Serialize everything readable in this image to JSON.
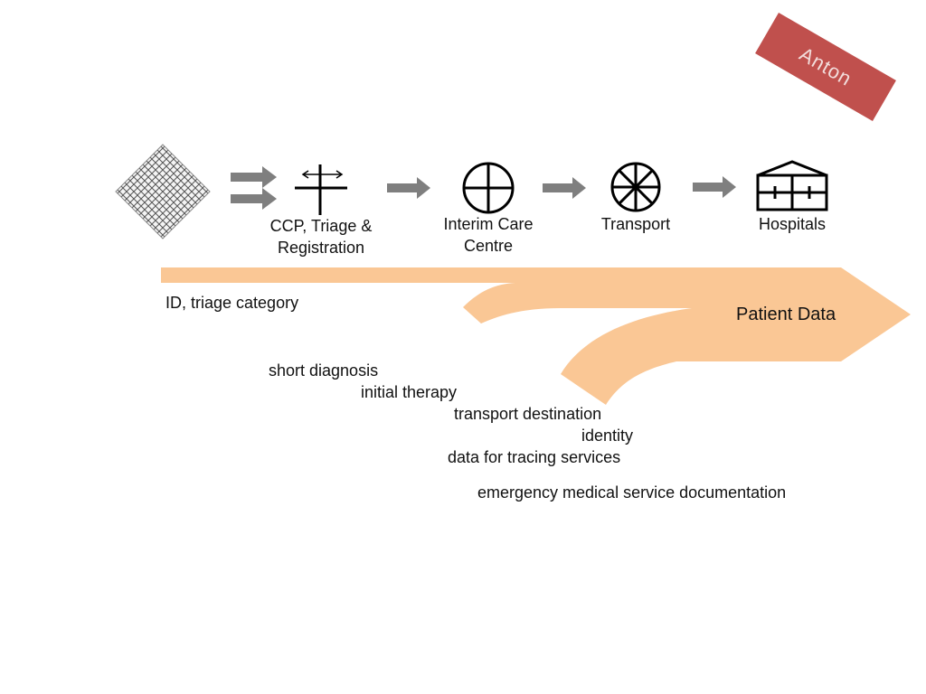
{
  "stamp": {
    "text": "Anton",
    "color": "#c0504d"
  },
  "stages": {
    "ccp": {
      "line1": "CCP, Triage &",
      "line2": "Registration",
      "icon": "triage-cross-icon"
    },
    "icc": {
      "line1": "Interim Care",
      "line2": "Centre",
      "icon": "circle-cross-icon"
    },
    "transport": {
      "label": "Transport",
      "icon": "wheel-icon"
    },
    "hospitals": {
      "label": "Hospitals",
      "icon": "hospital-building-icon"
    }
  },
  "flow": {
    "title": "Patient Data",
    "color": "#fac795",
    "items": {
      "id_triage": "ID, triage category",
      "short_diagnosis": "short diagnosis",
      "initial_therapy": "initial therapy",
      "transport_destination": "transport destination",
      "identity": "identity",
      "tracing": "data for tracing services",
      "ems_documentation": "emergency medical service documentation"
    }
  }
}
